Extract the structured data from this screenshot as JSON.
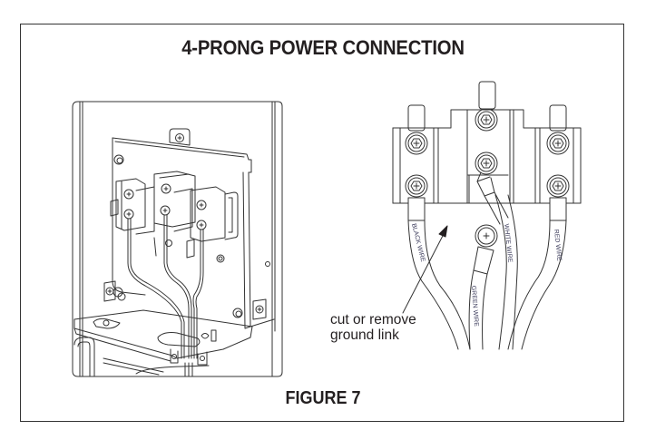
{
  "figure": {
    "title": "4-PRONG POWER CONNECTION",
    "caption": "FIGURE 7",
    "callout": {
      "line1": "cut or remove",
      "line2": "ground link"
    },
    "wire_labels": {
      "black": "BLACK WIRE",
      "white": "WHITE WIRE",
      "green": "GREEN WIRE",
      "red": "RED WIRE"
    },
    "colors": {
      "ink": "#231f20",
      "frame": "#333333",
      "background": "#ffffff"
    }
  }
}
